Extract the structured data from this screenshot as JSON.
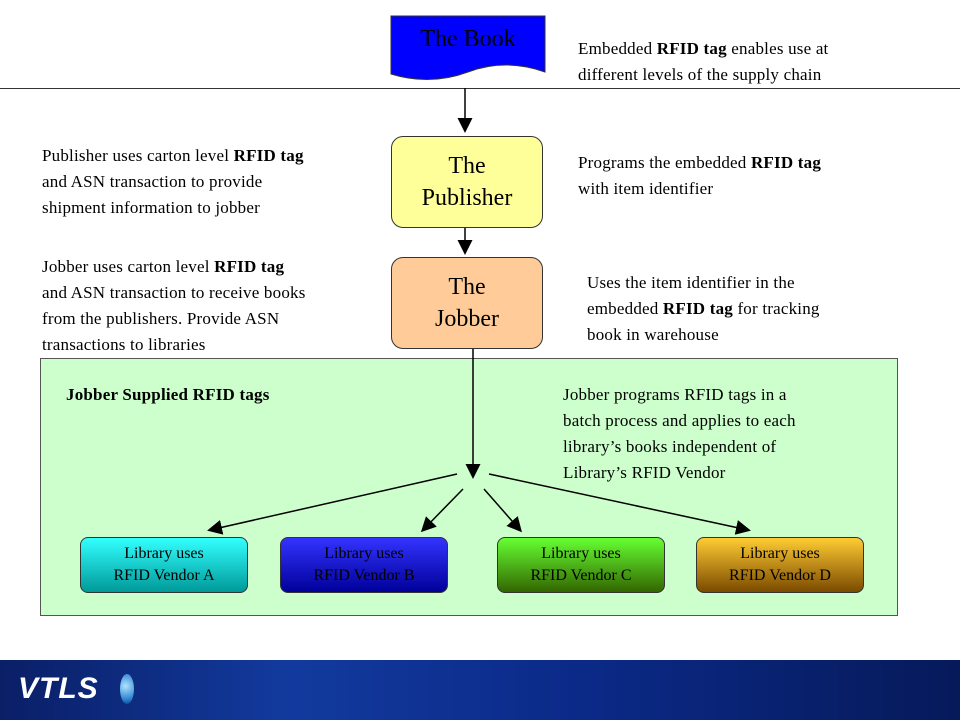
{
  "book": {
    "label": "The Book"
  },
  "publisher": {
    "label_line1": "The",
    "label_line2": "Publisher"
  },
  "jobber": {
    "label_line1": "The",
    "label_line2": "Jobber"
  },
  "notes": {
    "book_right": {
      "pre": "Embedded ",
      "bold": "RFID tag",
      "post": " enables use at",
      "line2": "different levels of the supply chain"
    },
    "publisher_left": {
      "l1_pre": "Publisher uses carton level ",
      "l1_bold": "RFID tag",
      "l2": "and ASN transaction to provide",
      "l3": "shipment information to jobber"
    },
    "publisher_right": {
      "l1_pre": "Programs the embedded ",
      "l1_bold": "RFID tag",
      "l2": "with item identifier"
    },
    "jobber_left": {
      "l1_pre": "Jobber uses carton level ",
      "l1_bold": "RFID tag",
      "l2": "and ASN transaction to receive books",
      "l3": "from the publishers.  Provide ASN",
      "l4": "transactions to libraries"
    },
    "jobber_right": {
      "l1": "Uses the item identifier in the",
      "l2_pre": "embedded ",
      "l2_bold": "RFID tag",
      "l2_post": " for tracking",
      "l3": "book in warehouse"
    }
  },
  "panel": {
    "title": "Jobber Supplied RFID tags",
    "desc_l1": "Jobber programs RFID tags in a",
    "desc_l2": "batch process and applies to each",
    "desc_l3": "library’s books independent of",
    "desc_l4": "Library’s RFID Vendor"
  },
  "libraries": [
    {
      "line1": "Library uses",
      "line2": "RFID Vendor A"
    },
    {
      "line1": "Library uses",
      "line2": "RFID Vendor B"
    },
    {
      "line1": "Library uses",
      "line2": "RFID Vendor C"
    },
    {
      "line1": "Library uses",
      "line2": "RFID Vendor D"
    }
  ],
  "footer": {
    "logo_text": "VTLS"
  },
  "colors": {
    "book_fill": "#0000ff",
    "publisher_fill": "#ffff99",
    "jobber_fill": "#ffcc99",
    "panel_fill": "#ccffcc",
    "vendor_a": "#00cccc",
    "vendor_b": "#0000cc",
    "vendor_c": "#339900",
    "vendor_d": "#cc8800"
  }
}
